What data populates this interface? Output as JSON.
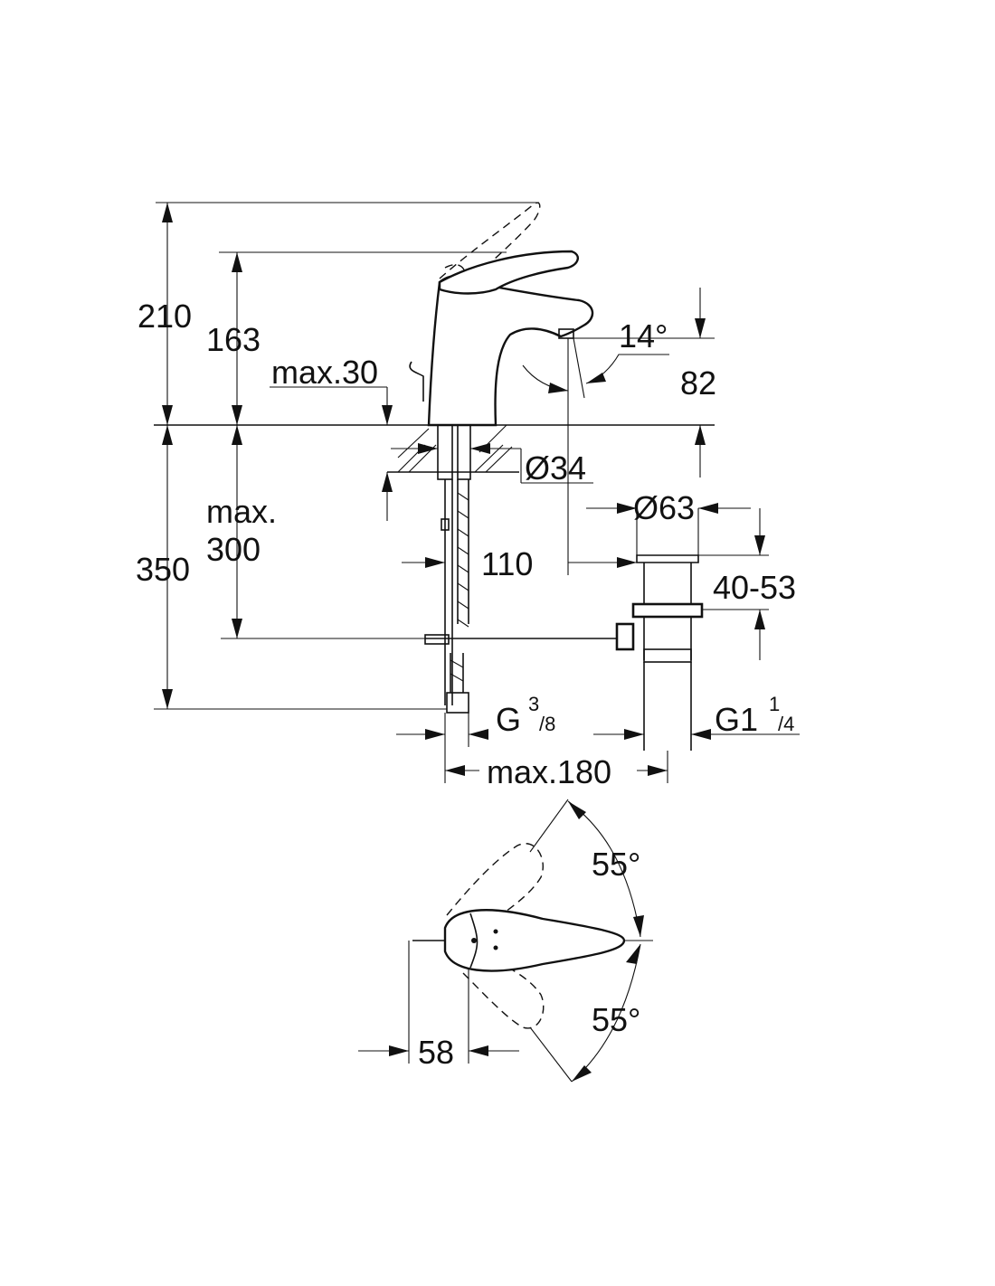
{
  "dimensions": {
    "total_height": "210",
    "lever_height": "163",
    "deck_thickness": "max.30",
    "spout_angle": "14°",
    "spout_height": "82",
    "hole_diameter": "Ø34",
    "waste_diameter": "Ø63",
    "below_deck": "350",
    "hose_max_line1": "max.",
    "hose_max_line2": "300",
    "spout_reach": "110",
    "waste_range": "40-53",
    "inlet_thread": "G",
    "inlet_num": "3",
    "inlet_den": "/8",
    "waste_thread": "G1",
    "waste_num": "1",
    "waste_den": "/4",
    "max_spacing": "max.180",
    "lever_angle_upper": "55°",
    "lever_angle_lower": "55°",
    "lever_offset": "58"
  }
}
